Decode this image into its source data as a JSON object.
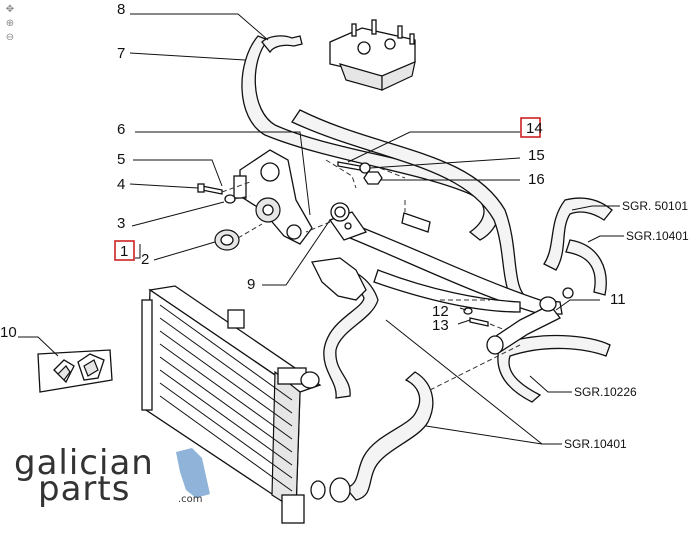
{
  "zoom_tools": {
    "pan_icon": "move-icon",
    "zoom_in_icon": "zoom-in-icon",
    "zoom_out_icon": "zoom-out-icon"
  },
  "callouts": {
    "c1": "1",
    "c2": "2",
    "c3": "3",
    "c4": "4",
    "c5": "5",
    "c6": "6",
    "c7": "7",
    "c8": "8",
    "c9": "9",
    "c10": "10",
    "c11": "11",
    "c12": "12",
    "c13": "13",
    "c14": "14",
    "c15": "15",
    "c16": "16"
  },
  "references": {
    "sgr50101": "SGR. 50101",
    "sgr10401_top": "SGR.10401",
    "sgr10226": "SGR.10226",
    "sgr10401_bottom": "SGR.10401"
  },
  "highlighted_callouts": [
    "1",
    "14"
  ],
  "highlight_color": "#cc2222",
  "logo": {
    "line1": "galician",
    "line2": "parts",
    "domain": ".com",
    "accent_color": "#8fb3d9"
  }
}
